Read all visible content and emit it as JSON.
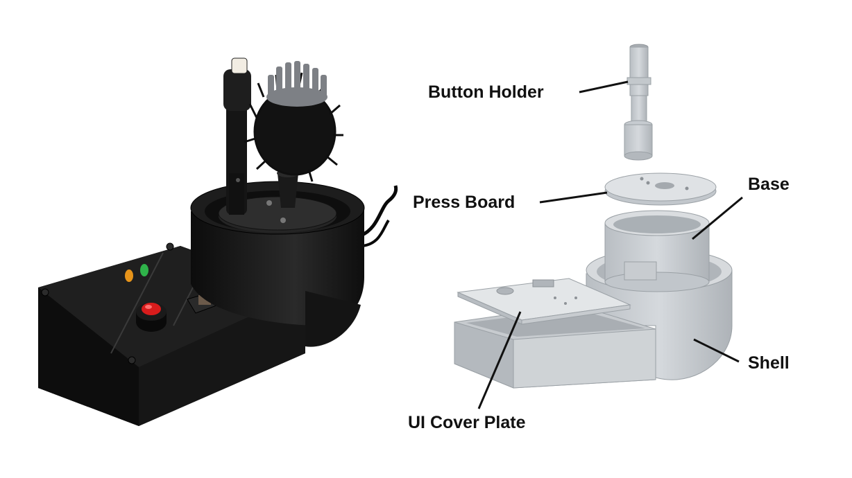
{
  "labels": {
    "button_holder": "Button Holder",
    "press_board": "Press Board",
    "base": "Base",
    "shell": "Shell",
    "ui_cover_plate": "UI Cover Plate"
  },
  "colors": {
    "device_body": "#1a1a1a",
    "printed_part": "#c9ced3",
    "bristles": "#111111",
    "red_button": "#d81c1c",
    "orange_led": "#e7941a",
    "green_led": "#2fb34a",
    "leader_line": "#111111",
    "label_text": "#111111"
  }
}
